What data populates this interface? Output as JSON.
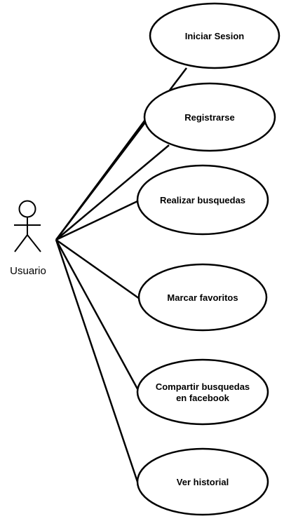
{
  "actor": {
    "label": "Usuario"
  },
  "use_cases": [
    {
      "id": "iniciar",
      "lines": [
        "Iniciar Sesion"
      ]
    },
    {
      "id": "registrarse",
      "lines": [
        "Registrarse"
      ]
    },
    {
      "id": "buscar",
      "lines": [
        "Realizar busquedas"
      ]
    },
    {
      "id": "favoritos",
      "lines": [
        "Marcar favoritos"
      ]
    },
    {
      "id": "compartir",
      "lines": [
        "Compartir busquedas",
        "en facebook"
      ]
    },
    {
      "id": "historial",
      "lines": [
        "Ver historial"
      ]
    }
  ],
  "colors": {
    "stroke": "#000000",
    "fill": "#ffffff"
  }
}
